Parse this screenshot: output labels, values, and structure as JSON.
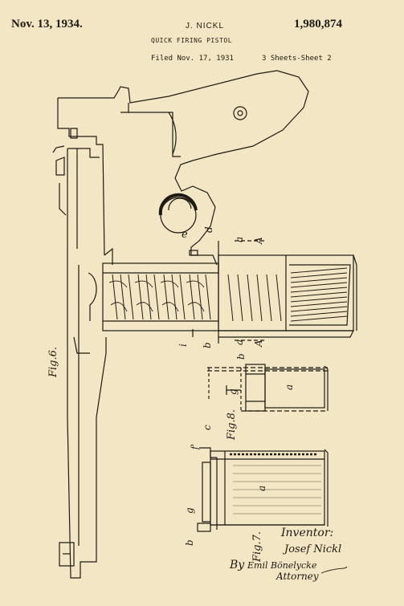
{
  "header": {
    "date": "Nov. 13, 1934.",
    "inventor_name": "J. NICKL",
    "patent_number": "1,980,874",
    "title": "QUICK FIRING PISTOL",
    "filed": "Filed Nov. 17, 1931",
    "sheets": "3 Sheets-Sheet 2"
  },
  "figures": {
    "fig6": "Fig.6.",
    "fig7": "Fig.7.",
    "fig8": "Fig.8."
  },
  "labels": {
    "e": "e",
    "d": "d",
    "a": "a",
    "A": "A",
    "i": "i",
    "b": "b",
    "g": "g",
    "c": "c",
    "f1": "f'"
  },
  "signature": {
    "inventor_label": "Inventor:",
    "inventor": "Josef Nickl",
    "by": "By",
    "attorney_name": "Emil Bönelycke",
    "attorney_label": "Attorney"
  },
  "colors": {
    "paper": "#f3e6c4",
    "ink": "#1e1a14"
  }
}
